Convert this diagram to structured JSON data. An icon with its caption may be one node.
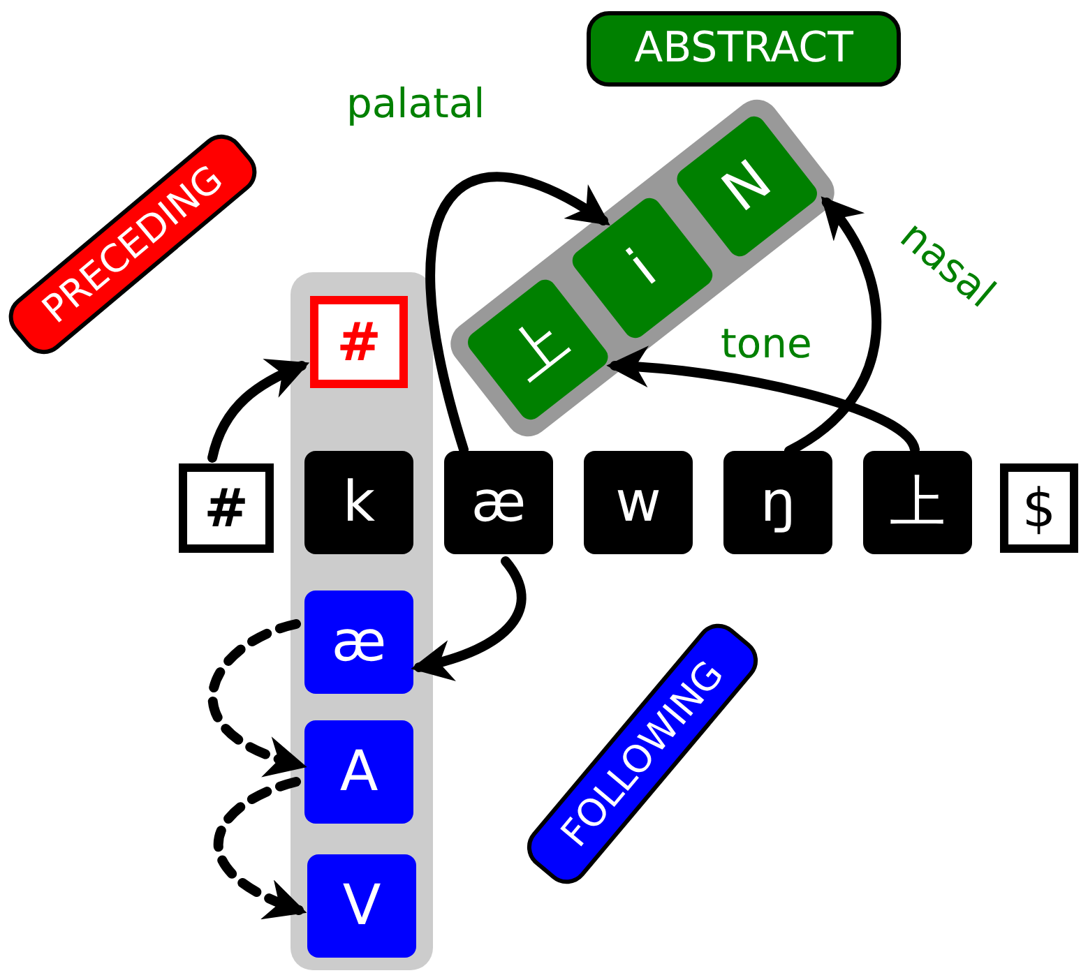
{
  "diagram": {
    "nodes": [
      {
        "text": [
          "PRECEDING"
        ]
      },
      {
        "text": [
          "ABSTRACT"
        ]
      },
      {
        "text": [],
        "shape": "bar"
      },
      {
        "text": [
          "#"
        ],
        "in": 2
      },
      {
        "text": [],
        "shape": "bar"
      },
      {
        "text": [
          "上"
        ],
        "in": 4
      },
      {
        "text": [
          "i"
        ],
        "in": 4
      },
      {
        "text": [
          "N"
        ],
        "in": 4
      },
      {
        "text": [
          "#"
        ]
      },
      {
        "text": [
          "k"
        ],
        "in": 2
      },
      {
        "text": [
          "æ"
        ]
      },
      {
        "text": [
          "w"
        ]
      },
      {
        "text": [
          "ŋ"
        ]
      },
      {
        "text": [
          "上"
        ]
      },
      {
        "text": [
          "$"
        ]
      },
      {
        "text": [
          "æ"
        ],
        "in": 2
      },
      {
        "text": [
          "A"
        ],
        "in": 2
      },
      {
        "text": [
          "V"
        ],
        "in": 2
      },
      {
        "text": [
          "FOLLOWING"
        ]
      }
    ],
    "edges": [
      {
        "from": 8,
        "to": 3,
        "arrow": "to"
      },
      {
        "from": 10,
        "to": 6,
        "arrow": "to",
        "label": "palatal"
      },
      {
        "from": 13,
        "to": 5,
        "arrow": "to",
        "label": "tone"
      },
      {
        "from": 12,
        "to": 7,
        "arrow": "to",
        "label": "nasal"
      },
      {
        "from": 10,
        "to": 15,
        "arrow": "to"
      },
      {
        "from": 15,
        "to": 16,
        "arrow": "to",
        "style": "dashed"
      },
      {
        "from": 16,
        "to": 17,
        "arrow": "to",
        "style": "dashed"
      }
    ]
  }
}
